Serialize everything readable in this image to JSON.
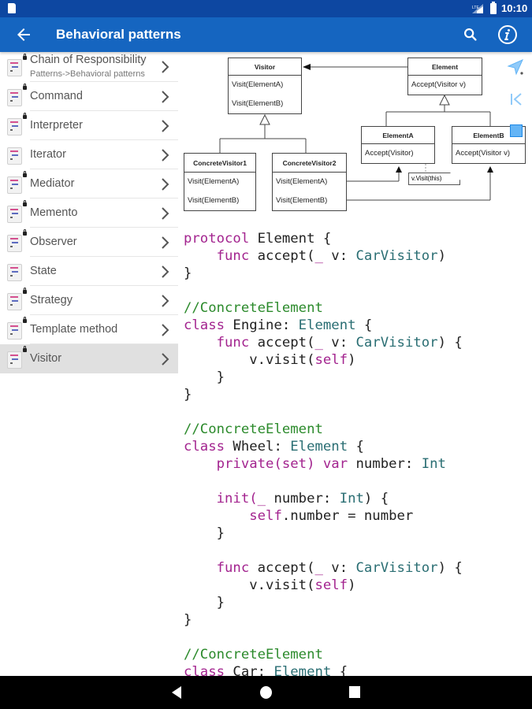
{
  "status_bar": {
    "time": "10:10",
    "icons": [
      "sim-card-icon",
      "signal-icon",
      "battery-icon"
    ]
  },
  "app_bar": {
    "title": "Behavioral patterns",
    "icons": [
      "back-arrow-icon",
      "search-icon",
      "info-icon"
    ],
    "background": "#1565c0",
    "status_background": "#0d47a1"
  },
  "sidebar": {
    "items": [
      {
        "label": "Chain of Responsibility",
        "subtitle": "Patterns->Behavioral patterns",
        "locked": true,
        "selected": false
      },
      {
        "label": "Command",
        "locked": true,
        "selected": false
      },
      {
        "label": "Interpreter",
        "locked": true,
        "selected": false
      },
      {
        "label": "Iterator",
        "locked": false,
        "selected": false
      },
      {
        "label": "Mediator",
        "locked": true,
        "selected": false
      },
      {
        "label": "Memento",
        "locked": true,
        "selected": false
      },
      {
        "label": "Observer",
        "locked": true,
        "selected": false
      },
      {
        "label": "State",
        "locked": false,
        "selected": false
      },
      {
        "label": "Strategy",
        "locked": true,
        "selected": false
      },
      {
        "label": "Template method",
        "locked": true,
        "selected": false
      },
      {
        "label": "Visitor",
        "locked": true,
        "selected": true
      }
    ]
  },
  "diagram": {
    "visitor": {
      "name": "Visitor",
      "methods": [
        "Visit(ElementA)",
        "Visit(ElementB)"
      ]
    },
    "concrete_visitor_1": {
      "name": "ConcreteVisitor1",
      "methods": [
        "Visit(ElementA)",
        "Visit(ElementB)"
      ]
    },
    "concrete_visitor_2": {
      "name": "ConcreteVisitor2",
      "methods": [
        "Visit(ElementA)",
        "Visit(ElementB)"
      ]
    },
    "element": {
      "name": "Element",
      "methods": [
        "Accept(Visitor v)"
      ]
    },
    "element_a": {
      "name": "ElementA",
      "methods": [
        "Accept(Visitor)"
      ]
    },
    "element_b": {
      "name": "ElementB",
      "methods": [
        "Accept(Visitor v)"
      ]
    },
    "note": "v.Visit(this)"
  },
  "side_tools": [
    "send-icon",
    "first-page-icon",
    "expand-icon"
  ],
  "code": {
    "lines": [
      [
        {
          "t": "protocol",
          "c": "kw"
        },
        {
          "t": " Element {",
          "c": "id"
        }
      ],
      [
        {
          "t": "    ",
          "c": "id"
        },
        {
          "t": "func",
          "c": "kw"
        },
        {
          "t": " accept(",
          "c": "id"
        },
        {
          "t": "_",
          "c": "kw"
        },
        {
          "t": " v: ",
          "c": "id"
        },
        {
          "t": "CarVisitor",
          "c": "ty"
        },
        {
          "t": ")",
          "c": "id"
        }
      ],
      [
        {
          "t": "}",
          "c": "id"
        }
      ],
      [],
      [
        {
          "t": "//ConcreteElement",
          "c": "cm"
        }
      ],
      [
        {
          "t": "class",
          "c": "kw"
        },
        {
          "t": " Engine: ",
          "c": "id"
        },
        {
          "t": "Element",
          "c": "ty"
        },
        {
          "t": " {",
          "c": "id"
        }
      ],
      [
        {
          "t": "    ",
          "c": "id"
        },
        {
          "t": "func",
          "c": "kw"
        },
        {
          "t": " accept(",
          "c": "id"
        },
        {
          "t": "_",
          "c": "kw"
        },
        {
          "t": " v: ",
          "c": "id"
        },
        {
          "t": "CarVisitor",
          "c": "ty"
        },
        {
          "t": ") {",
          "c": "id"
        }
      ],
      [
        {
          "t": "        v.visit(",
          "c": "id"
        },
        {
          "t": "self",
          "c": "kw"
        },
        {
          "t": ")",
          "c": "id"
        }
      ],
      [
        {
          "t": "    }",
          "c": "id"
        }
      ],
      [
        {
          "t": "}",
          "c": "id"
        }
      ],
      [],
      [
        {
          "t": "//ConcreteElement",
          "c": "cm"
        }
      ],
      [
        {
          "t": "class",
          "c": "kw"
        },
        {
          "t": " Wheel: ",
          "c": "id"
        },
        {
          "t": "Element",
          "c": "ty"
        },
        {
          "t": " {",
          "c": "id"
        }
      ],
      [
        {
          "t": "    ",
          "c": "id"
        },
        {
          "t": "private(set) var",
          "c": "kw"
        },
        {
          "t": " number: ",
          "c": "id"
        },
        {
          "t": "Int",
          "c": "ty"
        }
      ],
      [],
      [
        {
          "t": "    ",
          "c": "id"
        },
        {
          "t": "init(",
          "c": "kw"
        },
        {
          "t": "_",
          "c": "kw"
        },
        {
          "t": " number: ",
          "c": "id"
        },
        {
          "t": "Int",
          "c": "ty"
        },
        {
          "t": ") {",
          "c": "id"
        }
      ],
      [
        {
          "t": "        ",
          "c": "id"
        },
        {
          "t": "self",
          "c": "kw"
        },
        {
          "t": ".number = number",
          "c": "id"
        }
      ],
      [
        {
          "t": "    }",
          "c": "id"
        }
      ],
      [],
      [
        {
          "t": "    ",
          "c": "id"
        },
        {
          "t": "func",
          "c": "kw"
        },
        {
          "t": " accept(",
          "c": "id"
        },
        {
          "t": "_",
          "c": "kw"
        },
        {
          "t": " v: ",
          "c": "id"
        },
        {
          "t": "CarVisitor",
          "c": "ty"
        },
        {
          "t": ") {",
          "c": "id"
        }
      ],
      [
        {
          "t": "        v.visit(",
          "c": "id"
        },
        {
          "t": "self",
          "c": "kw"
        },
        {
          "t": ")",
          "c": "id"
        }
      ],
      [
        {
          "t": "    }",
          "c": "id"
        }
      ],
      [
        {
          "t": "}",
          "c": "id"
        }
      ],
      [],
      [
        {
          "t": "//ConcreteElement",
          "c": "cm"
        }
      ],
      [
        {
          "t": "class",
          "c": "kw"
        },
        {
          "t": " Car: ",
          "c": "id"
        },
        {
          "t": "Element",
          "c": "ty"
        },
        {
          "t": " {",
          "c": "id"
        }
      ]
    ],
    "colors": {
      "keyword": "#a3248f",
      "type": "#2a6e73",
      "comment": "#2b8a2b",
      "plain": "#222222"
    }
  },
  "nav_bar": {
    "buttons": [
      "back-button",
      "home-button",
      "recents-button"
    ]
  }
}
